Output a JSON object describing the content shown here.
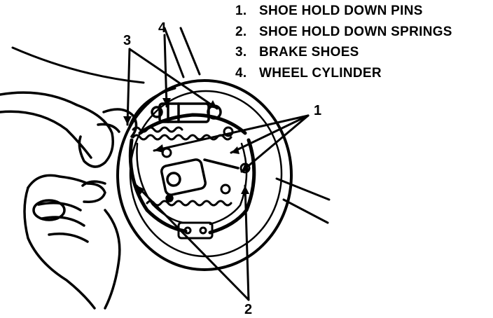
{
  "legend": [
    {
      "num": "1.",
      "label": "SHOE HOLD DOWN PINS"
    },
    {
      "num": "2.",
      "label": "SHOE HOLD DOWN SPRINGS"
    },
    {
      "num": "3.",
      "label": "BRAKE SHOES"
    },
    {
      "num": "4.",
      "label": "WHEEL CYLINDER"
    }
  ],
  "callouts": {
    "pins": "1",
    "springs": "2",
    "shoes": "3",
    "cylinder": "4"
  },
  "colors": {
    "ink": "#000000",
    "paper": "#ffffff"
  }
}
